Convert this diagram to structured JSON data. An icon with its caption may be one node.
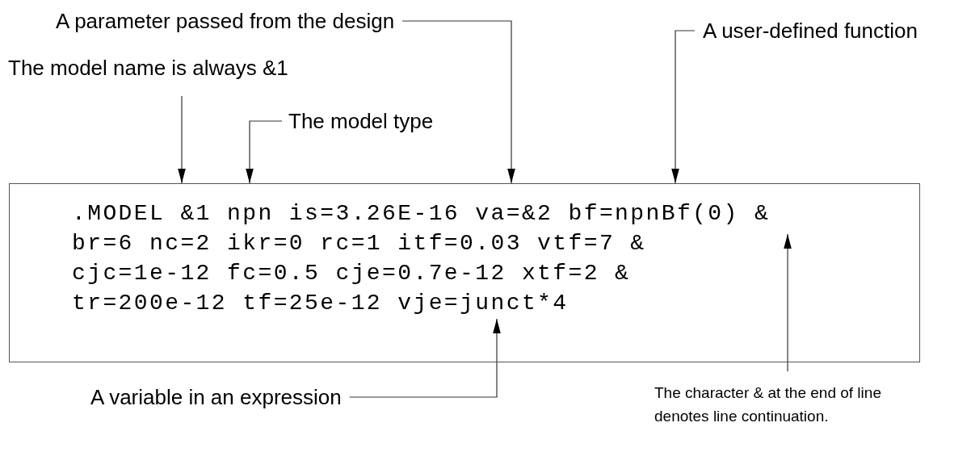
{
  "diagram": {
    "nodes": [
      {
        "text": [
          "A parameter passed from the design"
        ]
      },
      {
        "text": [
          "A user-defined function"
        ]
      },
      {
        "text": [
          "The model name is always &1"
        ]
      },
      {
        "text": [
          "The model type"
        ]
      },
      {
        "text": [
          ".MODEL &1 npn is=3.26E-16 va=&2 bf=npnBf(0) & br=6 nc=2 ikr=0 rc=1 itf=0.03 vtf=7 & cjc=1e-12 fc=0.5 cje=0.7e-12 xtf=2 & tr=200e-12 tf=25e-12 vje=junct*4"
        ]
      },
      {
        "text": [
          "A variable in an expression"
        ]
      },
      {
        "text": [
          "The character & at the end of line denotes line continuation."
        ]
      }
    ],
    "edges": [
      {
        "from": 2,
        "to": 4,
        "arrow": "to"
      },
      {
        "from": 3,
        "to": 4,
        "arrow": "to"
      },
      {
        "from": 0,
        "to": 4,
        "arrow": "to"
      },
      {
        "from": 1,
        "to": 4,
        "arrow": "to"
      },
      {
        "from": 5,
        "to": 4,
        "arrow": "to"
      },
      {
        "from": 6,
        "to": 4,
        "arrow": "to"
      }
    ]
  }
}
